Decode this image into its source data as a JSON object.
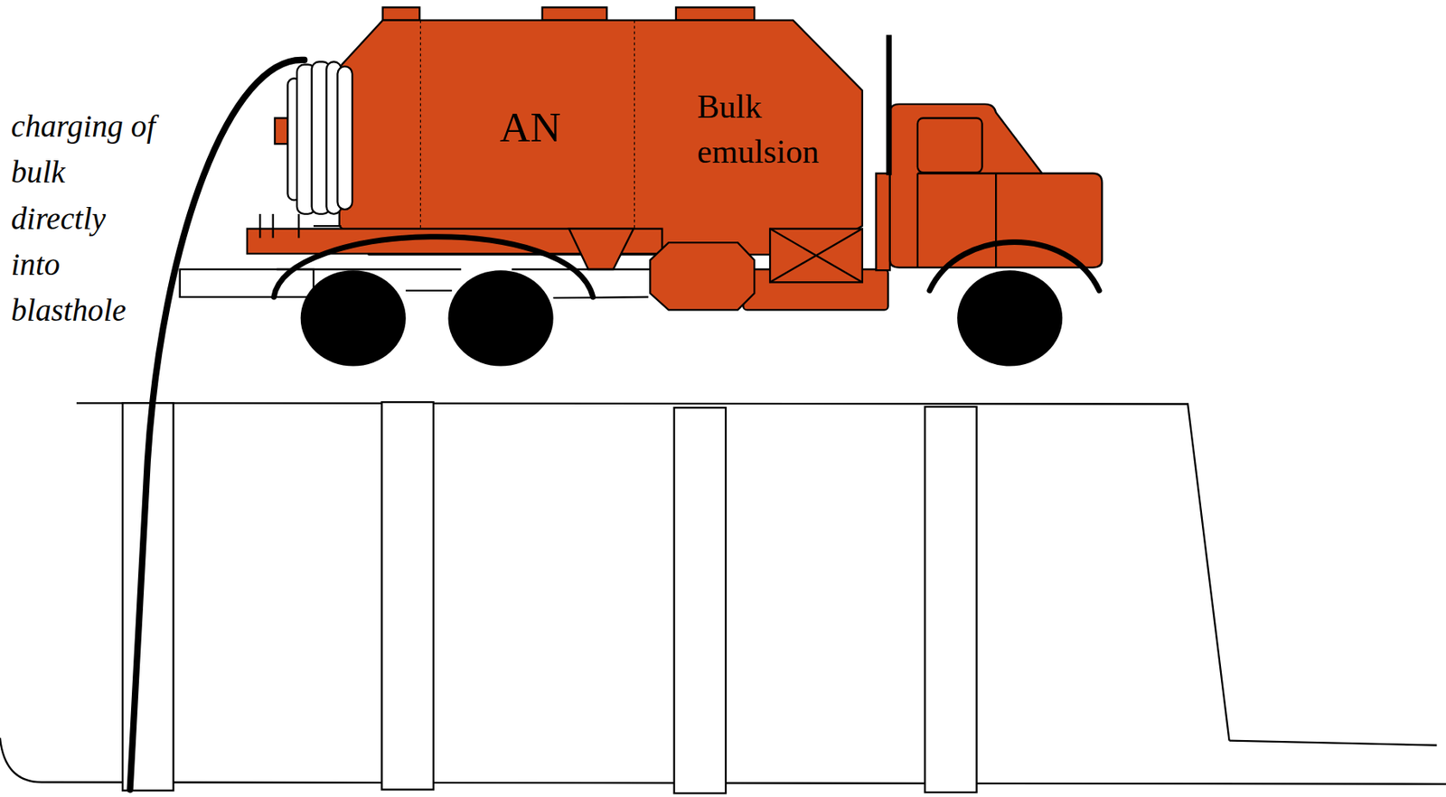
{
  "diagram": {
    "labels": [
      "charging of bulk directly into blasthole",
      "AN",
      "Bulk emulsion"
    ]
  }
}
